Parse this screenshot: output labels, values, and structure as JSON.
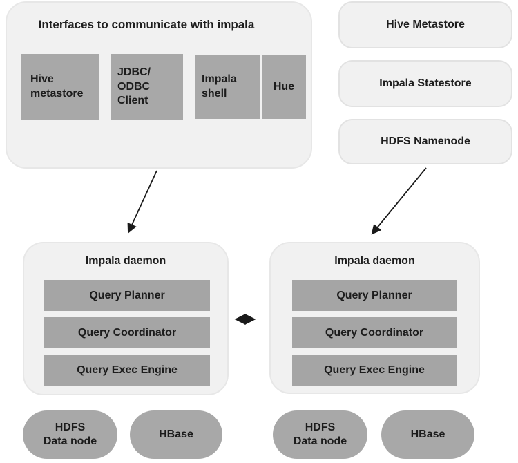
{
  "colors": {
    "panel_fill": "#f1f1f1",
    "panel_border": "#e7e7e7",
    "node_fill": "#a8a8a8",
    "text": "#1e1e1e",
    "arrow": "#1a1a1a"
  },
  "interfaces_panel": {
    "title": "Interfaces to communicate with impala",
    "items": [
      {
        "label": "Hive\nmetastore"
      },
      {
        "label": "JDBC/\nODBC\nClient"
      },
      {
        "label": "Impala\nshell"
      },
      {
        "label": "Hue"
      }
    ]
  },
  "services": [
    {
      "label": "Hive Metastore"
    },
    {
      "label": "Impala Statestore"
    },
    {
      "label": "HDFS Namenode"
    }
  ],
  "daemons": [
    {
      "title": "Impala daemon",
      "components": [
        "Query Planner",
        "Query Coordinator",
        "Query Exec Engine"
      ]
    },
    {
      "title": "Impala daemon",
      "components": [
        "Query Planner",
        "Query Coordinator",
        "Query Exec Engine"
      ]
    }
  ],
  "storage": [
    {
      "label": "HDFS\nData node"
    },
    {
      "label": "HBase"
    },
    {
      "label": "HDFS\nData node"
    },
    {
      "label": "HBase"
    }
  ]
}
